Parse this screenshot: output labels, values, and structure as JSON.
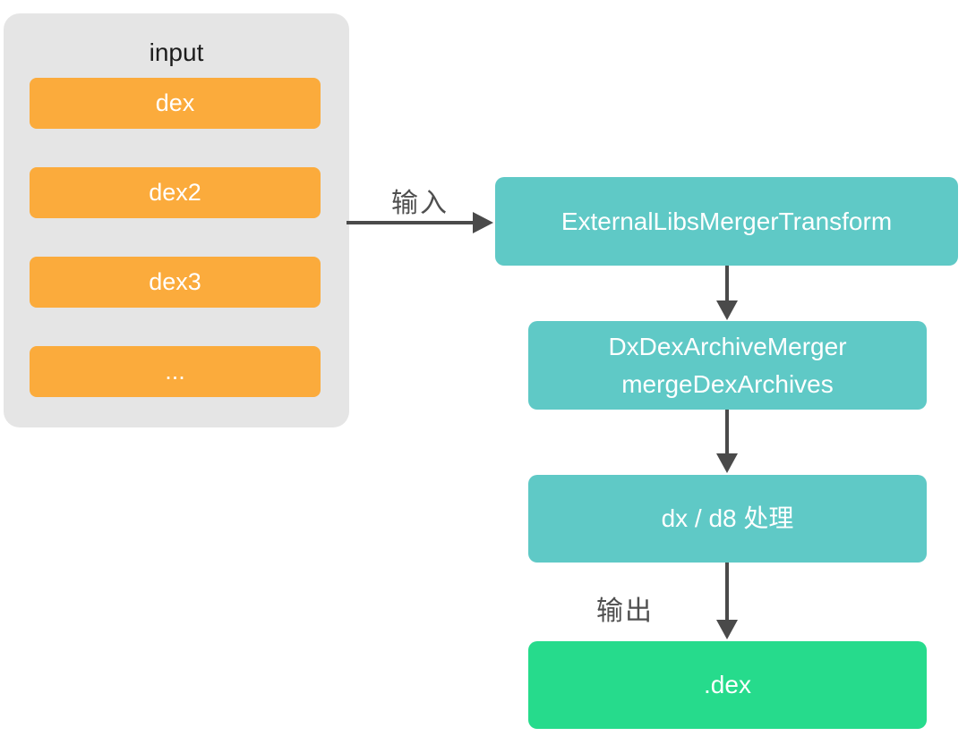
{
  "diagram": {
    "input_panel": {
      "title": "input",
      "items": [
        {
          "label": "dex"
        },
        {
          "label": "dex2"
        },
        {
          "label": "dex3"
        },
        {
          "label": "..."
        }
      ]
    },
    "edges": {
      "input_label": "输入",
      "output_label": "输出"
    },
    "nodes": [
      {
        "id": "external-libs-merger-transform",
        "lines": [
          "ExternalLibsMergerTransform"
        ]
      },
      {
        "id": "dx-dex-archive-merger",
        "lines": [
          "DxDexArchiveMerger",
          "mergeDexArchives"
        ]
      },
      {
        "id": "dx-d8-processing",
        "lines": [
          "dx / d8 处理"
        ]
      },
      {
        "id": "dex-output",
        "lines": [
          ".dex"
        ]
      }
    ],
    "colors": {
      "panel_background": "#e5e5e5",
      "input_item": "#fbab3c",
      "process_node": "#5fc9c6",
      "output_node": "#26db8c",
      "arrow": "#4a4a4a",
      "node_text": "#ffffff",
      "label_text": "#4f4f4f"
    }
  }
}
